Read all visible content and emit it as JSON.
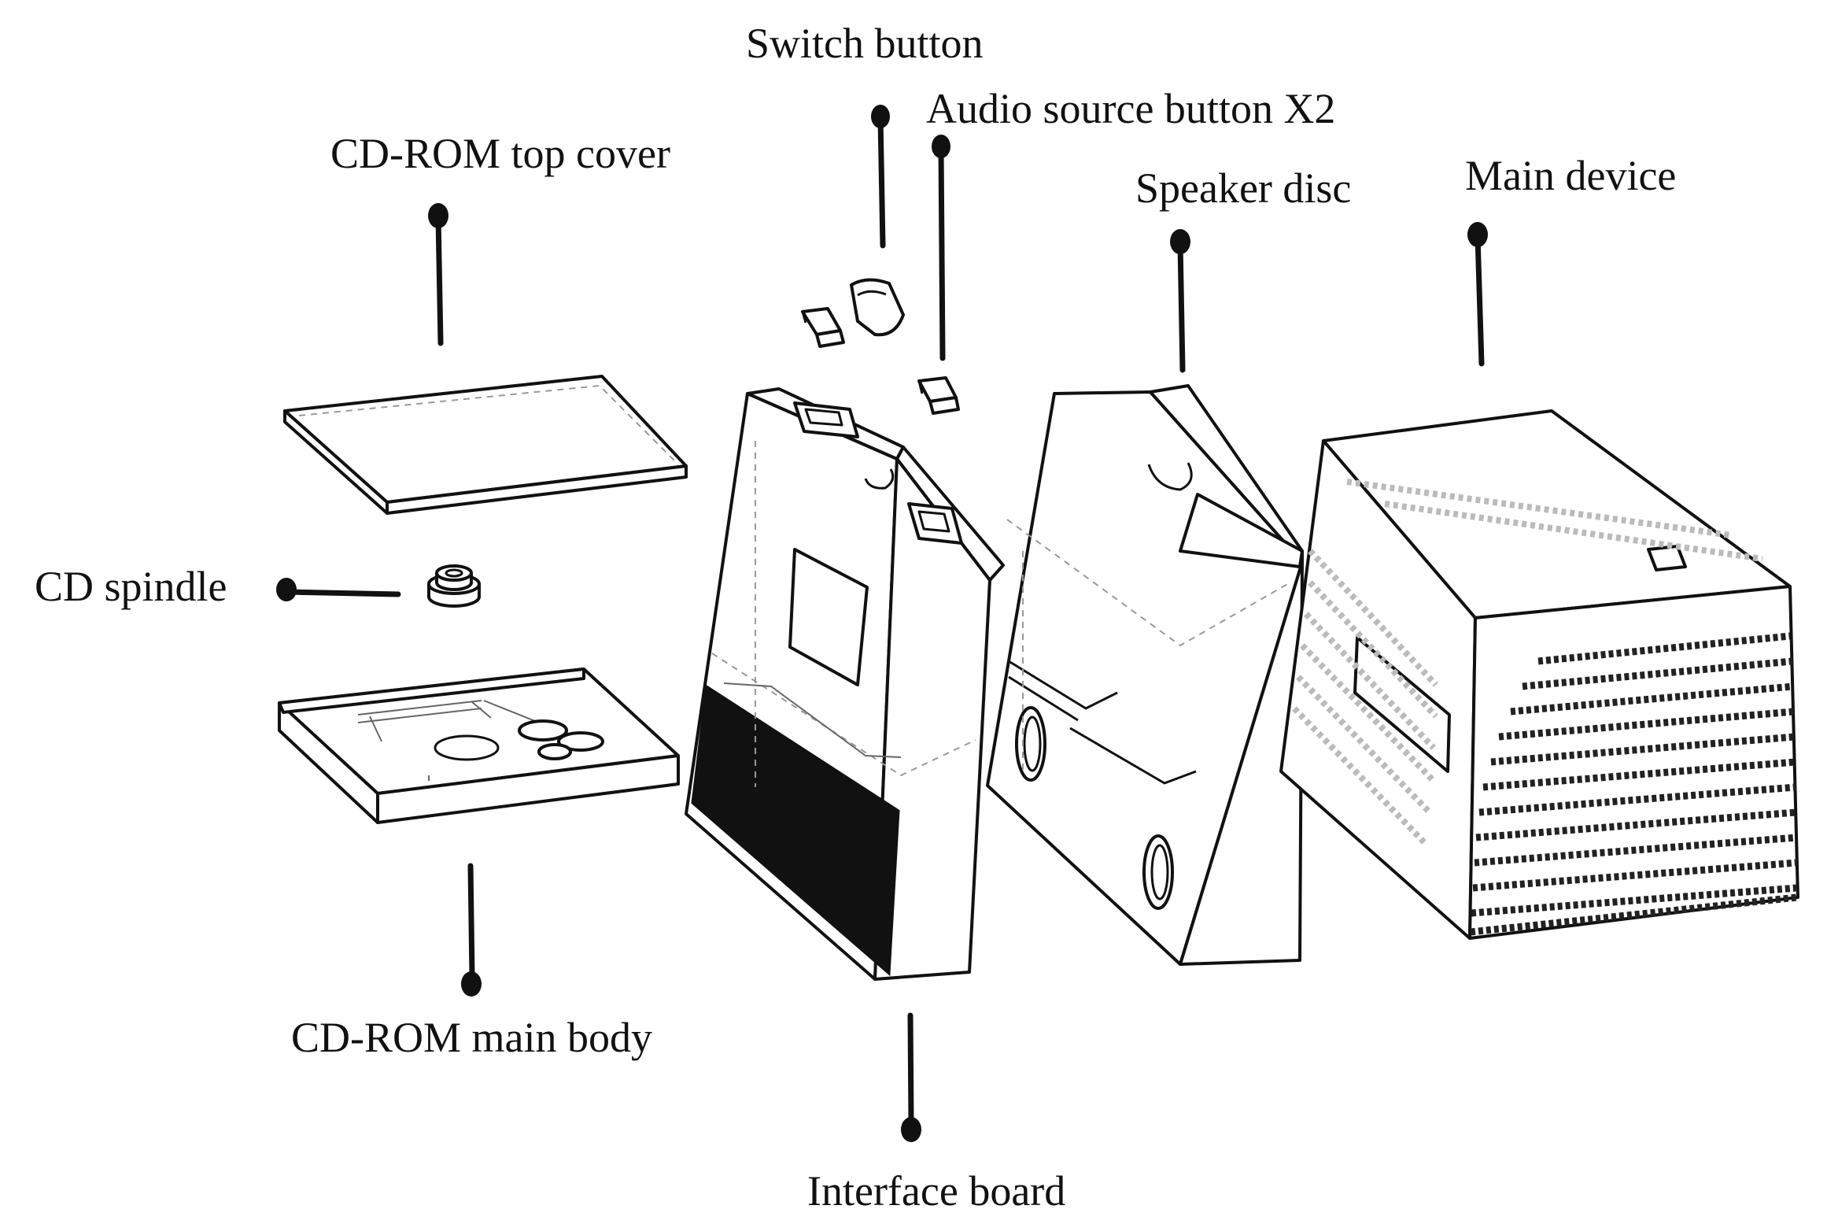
{
  "labels": {
    "switch_button": "Switch button",
    "audio_source_button": "Audio source button X2",
    "cdrom_top_cover": "CD-ROM top cover",
    "speaker_disc": "Speaker disc",
    "main_device": "Main device",
    "cd_spindle": "CD spindle",
    "cdrom_main_body": "CD-ROM main body",
    "interface_board": "Interface board"
  }
}
